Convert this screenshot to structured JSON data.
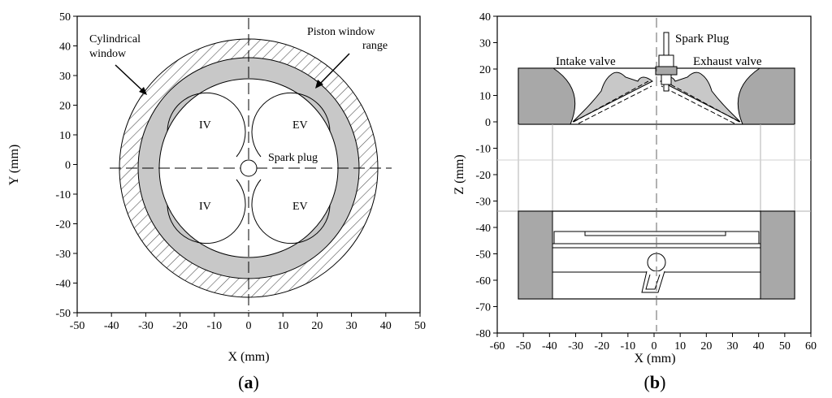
{
  "panel_a": {
    "caption_open": "(",
    "caption_letter": "a",
    "caption_close": ")",
    "x_axis_label": "X (mm)",
    "y_axis_label": "Y (mm)",
    "x_ticks": [
      "-50",
      "-40",
      "-30",
      "-20",
      "-10",
      "0",
      "10",
      "20",
      "30",
      "40",
      "50"
    ],
    "y_ticks": [
      "50",
      "40",
      "30",
      "20",
      "10",
      "0",
      "-10",
      "-20",
      "-30",
      "-40",
      "-50"
    ],
    "labels": {
      "cylindrical_window": [
        "Cylindrical",
        "window"
      ],
      "piston_window_range": [
        "Piston window",
        "range"
      ],
      "spark_plug": "Spark plug",
      "iv_top": "IV",
      "ev_top": "EV",
      "iv_bottom": "IV",
      "ev_bottom": "EV"
    },
    "colors": {
      "piston_ring": "#c8c8c8",
      "hatch": "#555555"
    }
  },
  "panel_b": {
    "caption_open": "(",
    "caption_letter": "b",
    "caption_close": ")",
    "x_axis_label": "X (mm)",
    "y_axis_label": "Z (mm)",
    "x_ticks": [
      "-60",
      "-50",
      "-40",
      "-30",
      "-20",
      "-10",
      "0",
      "10",
      "20",
      "30",
      "40",
      "50",
      "60"
    ],
    "y_ticks": [
      "40",
      "30",
      "20",
      "10",
      "0",
      "-10",
      "-20",
      "-30",
      "-40",
      "-50",
      "-60",
      "-70",
      "-80"
    ],
    "labels": {
      "intake_valve": "Intake valve",
      "exhaust_valve": "Exhaust valve",
      "spark_plug": "Spark Plug"
    },
    "colors": {
      "wall_fill": "#a8a8a8",
      "valve_fill": "#c8c8c8",
      "z_label": "#2e7d32"
    }
  }
}
